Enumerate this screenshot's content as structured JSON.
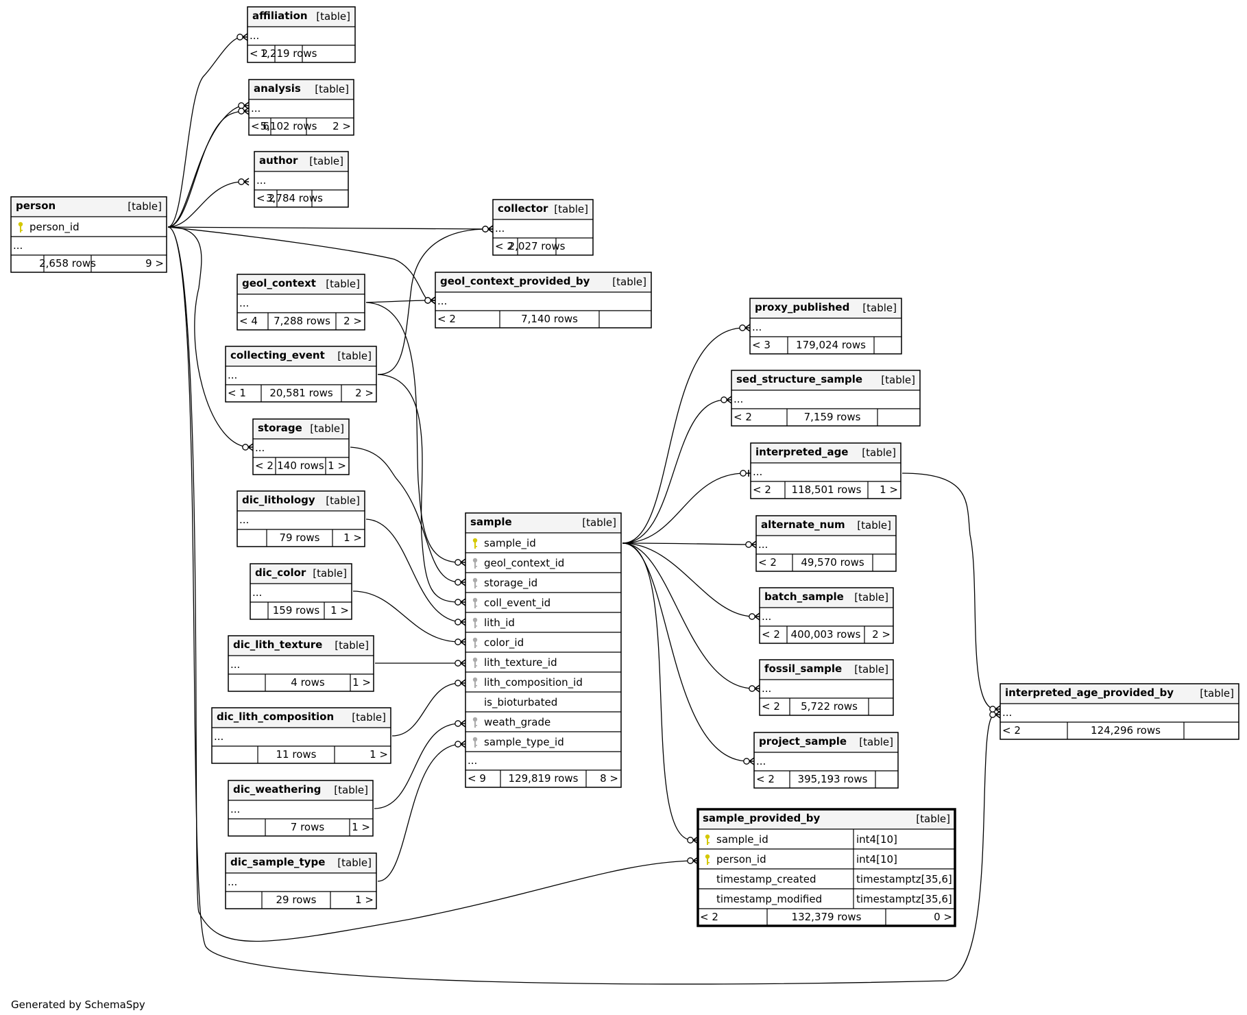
{
  "footer": "Generated by SchemaSpy",
  "tables": [
    {
      "id": "affiliation",
      "name": "affiliation",
      "type": "[table]",
      "columns": [],
      "ellipsis": true,
      "stats": [
        "< 2",
        "1,219 rows",
        ""
      ]
    },
    {
      "id": "analysis",
      "name": "analysis",
      "type": "[table]",
      "columns": [],
      "ellipsis": true,
      "stats": [
        "< 6",
        "5,102 rows",
        "2 >"
      ]
    },
    {
      "id": "author",
      "name": "author",
      "type": "[table]",
      "columns": [],
      "ellipsis": true,
      "stats": [
        "< 2",
        "3,784 rows",
        ""
      ]
    },
    {
      "id": "person",
      "name": "person",
      "type": "[table]",
      "columns": [
        {
          "name": "person_id",
          "key": "pk"
        }
      ],
      "ellipsis": true,
      "stats": [
        "",
        "2,658 rows",
        "9 >"
      ]
    },
    {
      "id": "collector",
      "name": "collector",
      "type": "[table]",
      "columns": [],
      "ellipsis": true,
      "stats": [
        "< 2",
        "2,027 rows",
        ""
      ]
    },
    {
      "id": "geol_context_provided_by",
      "name": "geol_context_provided_by",
      "type": "[table]",
      "columns": [],
      "ellipsis": true,
      "stats": [
        "< 2",
        "7,140 rows",
        ""
      ]
    },
    {
      "id": "geol_context",
      "name": "geol_context",
      "type": "[table]",
      "columns": [],
      "ellipsis": true,
      "stats": [
        "< 4",
        "7,288 rows",
        "2 >"
      ]
    },
    {
      "id": "proxy_published",
      "name": "proxy_published",
      "type": "[table]",
      "columns": [],
      "ellipsis": true,
      "stats": [
        "< 3",
        "179,024 rows",
        ""
      ]
    },
    {
      "id": "collecting_event",
      "name": "collecting_event",
      "type": "[table]",
      "columns": [],
      "ellipsis": true,
      "stats": [
        "< 1",
        "20,581 rows",
        "2 >"
      ]
    },
    {
      "id": "sed_structure_sample",
      "name": "sed_structure_sample",
      "type": "[table]",
      "columns": [],
      "ellipsis": true,
      "stats": [
        "< 2",
        "7,159 rows",
        ""
      ]
    },
    {
      "id": "storage",
      "name": "storage",
      "type": "[table]",
      "columns": [],
      "ellipsis": true,
      "stats": [
        "< 2",
        "140 rows",
        "1 >"
      ]
    },
    {
      "id": "interpreted_age",
      "name": "interpreted_age",
      "type": "[table]",
      "columns": [],
      "ellipsis": true,
      "stats": [
        "< 2",
        "118,501 rows",
        "1 >"
      ]
    },
    {
      "id": "dic_lithology",
      "name": "dic_lithology",
      "type": "[table]",
      "columns": [],
      "ellipsis": true,
      "stats": [
        "",
        "79 rows",
        "1 >"
      ]
    },
    {
      "id": "sample",
      "name": "sample",
      "type": "[table]",
      "columns": [
        {
          "name": "sample_id",
          "key": "pk"
        },
        {
          "name": "geol_context_id",
          "key": "fk"
        },
        {
          "name": "storage_id",
          "key": "fk"
        },
        {
          "name": "coll_event_id",
          "key": "fk"
        },
        {
          "name": "lith_id",
          "key": "fk"
        },
        {
          "name": "color_id",
          "key": "fk"
        },
        {
          "name": "lith_texture_id",
          "key": "fk"
        },
        {
          "name": "lith_composition_id",
          "key": "fk"
        },
        {
          "name": "is_bioturbated",
          "key": ""
        },
        {
          "name": "weath_grade",
          "key": "fk"
        },
        {
          "name": "sample_type_id",
          "key": "fk"
        }
      ],
      "ellipsis": true,
      "stats": [
        "< 9",
        "129,819 rows",
        "8 >"
      ]
    },
    {
      "id": "alternate_num",
      "name": "alternate_num",
      "type": "[table]",
      "columns": [],
      "ellipsis": true,
      "stats": [
        "< 2",
        "49,570 rows",
        ""
      ]
    },
    {
      "id": "dic_color",
      "name": "dic_color",
      "type": "[table]",
      "columns": [],
      "ellipsis": true,
      "stats": [
        "",
        "159 rows",
        "1 >"
      ]
    },
    {
      "id": "batch_sample",
      "name": "batch_sample",
      "type": "[table]",
      "columns": [],
      "ellipsis": true,
      "stats": [
        "< 2",
        "400,003 rows",
        "2 >"
      ]
    },
    {
      "id": "dic_lith_texture",
      "name": "dic_lith_texture",
      "type": "[table]",
      "columns": [],
      "ellipsis": true,
      "stats": [
        "",
        "4 rows",
        "1 >"
      ]
    },
    {
      "id": "fossil_sample",
      "name": "fossil_sample",
      "type": "[table]",
      "columns": [],
      "ellipsis": true,
      "stats": [
        "< 2",
        "5,722 rows",
        ""
      ]
    },
    {
      "id": "interpreted_age_provided_by",
      "name": "interpreted_age_provided_by",
      "type": "[table]",
      "columns": [],
      "ellipsis": true,
      "stats": [
        "< 2",
        "124,296 rows",
        ""
      ]
    },
    {
      "id": "dic_lith_composition",
      "name": "dic_lith_composition",
      "type": "[table]",
      "columns": [],
      "ellipsis": true,
      "stats": [
        "",
        "11 rows",
        "1 >"
      ]
    },
    {
      "id": "project_sample",
      "name": "project_sample",
      "type": "[table]",
      "columns": [],
      "ellipsis": true,
      "stats": [
        "< 2",
        "395,193 rows",
        ""
      ]
    },
    {
      "id": "dic_weathering",
      "name": "dic_weathering",
      "type": "[table]",
      "columns": [],
      "ellipsis": true,
      "stats": [
        "",
        "7 rows",
        "1 >"
      ]
    },
    {
      "id": "sample_provided_by",
      "name": "sample_provided_by",
      "type": "[table]",
      "focus": true,
      "columns": [
        {
          "name": "sample_id",
          "key": "pk",
          "dtype": "int4[10]"
        },
        {
          "name": "person_id",
          "key": "pk",
          "dtype": "int4[10]"
        },
        {
          "name": "timestamp_created",
          "key": "",
          "dtype": "timestamptz[35,6]"
        },
        {
          "name": "timestamp_modified",
          "key": "",
          "dtype": "timestamptz[35,6]"
        }
      ],
      "ellipsis": false,
      "stats": [
        "< 2",
        "132,379 rows",
        "0 >"
      ]
    },
    {
      "id": "dic_sample_type",
      "name": "dic_sample_type",
      "type": "[table]",
      "columns": [],
      "ellipsis": true,
      "stats": [
        "",
        "29 rows",
        "1 >"
      ]
    }
  ],
  "colors": {
    "pk_key": "#d4c800",
    "fk_key": "#aaaaaa",
    "header_bg": "#f4f4f4",
    "line": "#000000"
  }
}
